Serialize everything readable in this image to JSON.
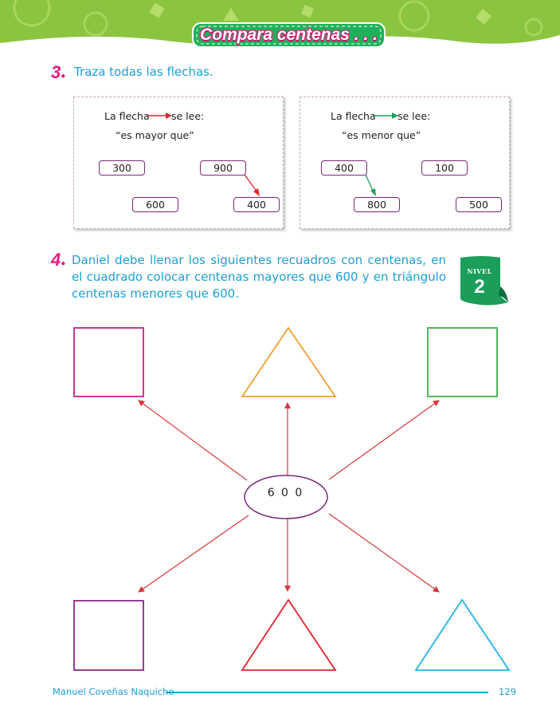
{
  "header": {
    "title": "Compara centenas . . ."
  },
  "exercise3": {
    "number": "3",
    "instruction": "Traza todas las flechas.",
    "panel_left": {
      "caption_pre": "La flecha",
      "caption_post": "se lee:",
      "meaning": "“es mayor que”",
      "arrow_color": "#e0242f",
      "boxes": [
        "300",
        "900",
        "600",
        "400"
      ]
    },
    "panel_right": {
      "caption_pre": "La flecha",
      "caption_post": "se lee:",
      "meaning": "“es menor que”",
      "arrow_color": "#1a9e5a",
      "boxes": [
        "400",
        "100",
        "800",
        "500"
      ]
    }
  },
  "exercise4": {
    "number": "4",
    "paragraph": "Daniel debe llenar los siguientes recuadros con centenas, en el cuadrado colocar centenas mayores que 600 y en triángulo centenas menores que 600.",
    "center_value": "6 0 0"
  },
  "nivel_badge": {
    "label": "NIVEL",
    "number": "2",
    "color": "#1a9e5a"
  },
  "colors": {
    "instruction_blue": "#1e9fd6",
    "accent_magenta": "#e51a86",
    "arrow_red": "#d7363c",
    "square_top_left": "#c2238a",
    "triangle_top": "#f0a030",
    "square_top_right": "#3fae49",
    "square_bottom_left": "#8a2a8a",
    "triangle_bottom_center": "#e0242f",
    "triangle_bottom_right": "#23b4e0"
  },
  "footer": {
    "author": "Manuel Coveñas Naquiche",
    "page": "129"
  }
}
